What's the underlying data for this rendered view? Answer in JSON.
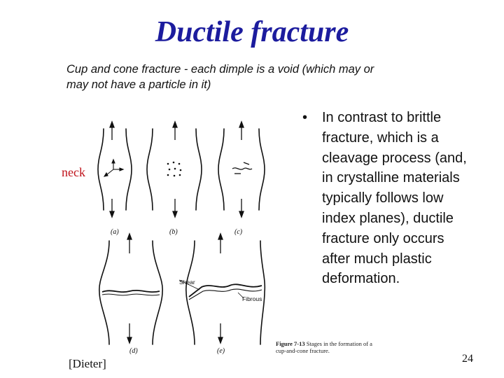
{
  "slide": {
    "title": "Ductile fracture",
    "caption": "Cup and cone fracture - each dimple is a void (which may or may not have a particle in it)",
    "neck_label": "neck",
    "bullet_symbol": "•",
    "bullet_text": "In contrast to brittle fracture, which is a cleavage process (and, in crystalline materials typically follows low index planes), ductile fracture only occurs after much plastic deformation.",
    "source": "[Dieter]",
    "page_number": "24"
  },
  "figure": {
    "stage_labels": [
      "(a)",
      "(b)",
      "(c)",
      "(d)",
      "(e)"
    ],
    "shear_label": "Shear",
    "fibrous_label": "Fibrous",
    "caption_bold": "Figure 7-13",
    "caption_text": "Stages in the formation of a cup-and-cone fracture."
  }
}
